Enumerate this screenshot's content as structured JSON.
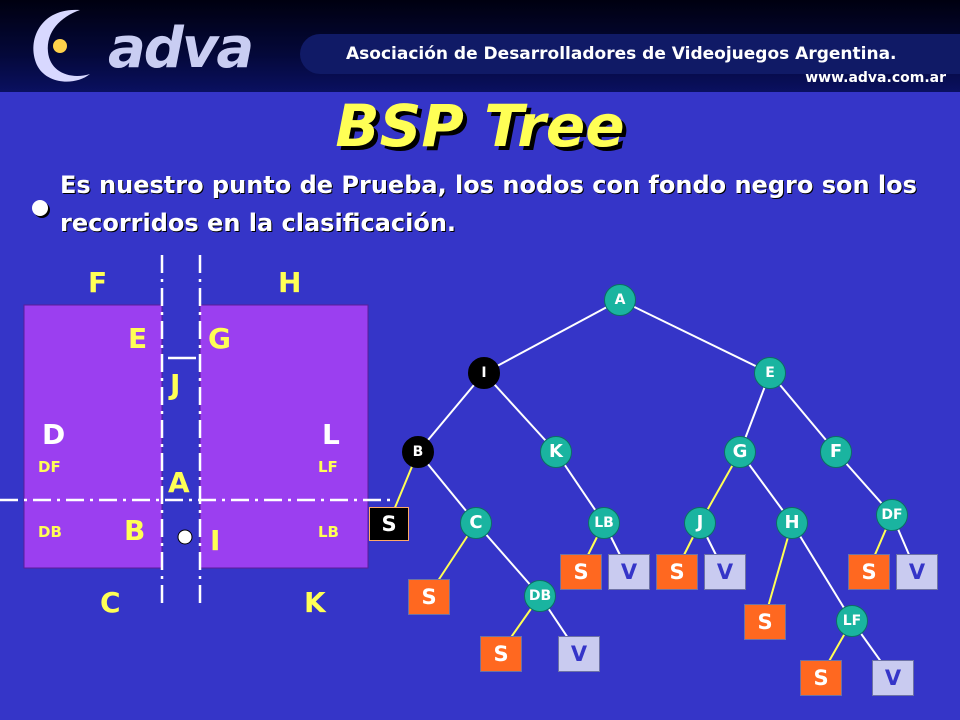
{
  "header": {
    "logo": "adva",
    "org_name": "Asociación de Desarrolladores de Videojuegos Argentina.",
    "url": "www.adva.com.ar"
  },
  "title": "BSP Tree",
  "description": "Es nuestro punto de Prueba, los nodos con fondo negro son los recorridos en la clasificación.",
  "plane_labels": [
    {
      "id": "F",
      "text": "F"
    },
    {
      "id": "H",
      "text": "H"
    },
    {
      "id": "E",
      "text": "E"
    },
    {
      "id": "G",
      "text": "G"
    },
    {
      "id": "J",
      "text": "J"
    },
    {
      "id": "D",
      "text": "D"
    },
    {
      "id": "L",
      "text": "L"
    },
    {
      "id": "DF",
      "text": "DF"
    },
    {
      "id": "LF",
      "text": "LF"
    },
    {
      "id": "A",
      "text": "A"
    },
    {
      "id": "DB",
      "text": "DB"
    },
    {
      "id": "B",
      "text": "B"
    },
    {
      "id": "I",
      "text": "I"
    },
    {
      "id": "LB",
      "text": "LB"
    },
    {
      "id": "C",
      "text": "C"
    },
    {
      "id": "K",
      "text": "K"
    }
  ],
  "tree": {
    "nodes": [
      {
        "id": "A",
        "label": "A",
        "highlight": false
      },
      {
        "id": "I",
        "label": "I",
        "highlight": true
      },
      {
        "id": "E",
        "label": "E",
        "highlight": false
      },
      {
        "id": "B",
        "label": "B",
        "highlight": true
      },
      {
        "id": "K",
        "label": "K",
        "highlight": false
      },
      {
        "id": "G",
        "label": "G",
        "highlight": false
      },
      {
        "id": "F",
        "label": "F",
        "highlight": false
      },
      {
        "id": "C",
        "label": "C",
        "highlight": false
      },
      {
        "id": "LB",
        "label": "LB",
        "highlight": false
      },
      {
        "id": "J",
        "label": "J",
        "highlight": false
      },
      {
        "id": "H",
        "label": "H",
        "highlight": false
      },
      {
        "id": "DF",
        "label": "DF",
        "highlight": false
      },
      {
        "id": "DB",
        "label": "DB",
        "highlight": false
      },
      {
        "id": "LF",
        "label": "LF",
        "highlight": false
      }
    ],
    "leaves": [
      {
        "id": "s1",
        "label": "S",
        "kind": "s",
        "highlight": true
      },
      {
        "id": "s2",
        "label": "S",
        "kind": "s"
      },
      {
        "id": "s3",
        "label": "S",
        "kind": "s"
      },
      {
        "id": "v3",
        "label": "V",
        "kind": "v"
      },
      {
        "id": "s4",
        "label": "S",
        "kind": "s"
      },
      {
        "id": "v4",
        "label": "V",
        "kind": "v"
      },
      {
        "id": "s5",
        "label": "S",
        "kind": "s"
      },
      {
        "id": "v5",
        "label": "V",
        "kind": "v"
      },
      {
        "id": "s6",
        "label": "S",
        "kind": "s"
      },
      {
        "id": "v6",
        "label": "V",
        "kind": "v"
      },
      {
        "id": "s7",
        "label": "S",
        "kind": "s"
      },
      {
        "id": "s8",
        "label": "S",
        "kind": "s"
      },
      {
        "id": "v8",
        "label": "V",
        "kind": "v"
      }
    ]
  }
}
